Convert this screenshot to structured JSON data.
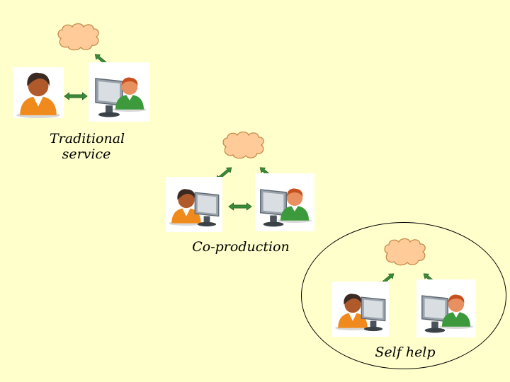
{
  "labels": {
    "traditional_line1": "Traditional",
    "traditional_line2": "service",
    "coproduction": "Co-production",
    "self_help": "Self help"
  },
  "colors": {
    "background": "#ffffcc",
    "cloud_fill": "#ffcc99",
    "arrow": "#3a8a3a",
    "person_orange": "#f08a1c",
    "person_green": "#3c9a3c"
  },
  "icons": [
    "cloud-icon",
    "person-orange-icon",
    "person-green-icon",
    "computer-icon",
    "double-arrow-icon"
  ]
}
